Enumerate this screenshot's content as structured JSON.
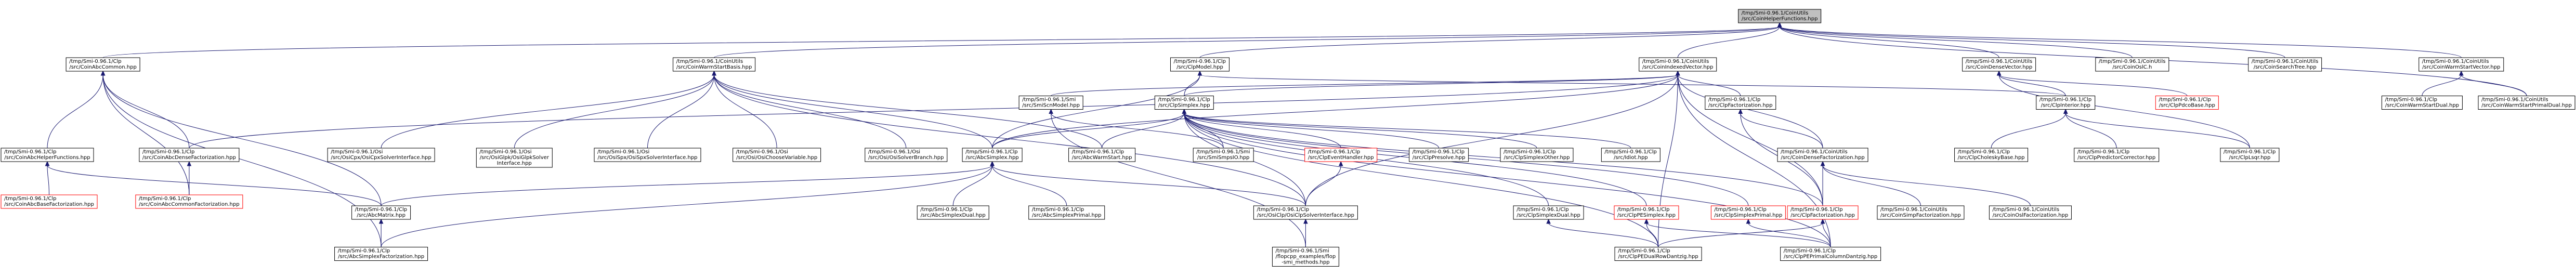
{
  "graph": {
    "root": "n0",
    "colors": {
      "edge": "#191970",
      "root_fill": "#bfbfbf",
      "node_border": "#000000",
      "incomplete_border": "#ff0000"
    },
    "nodes": [
      {
        "id": "n0",
        "lines": [
          "/tmp/Smi-0.96.1/CoinUtils",
          "/src/CoinHelperFunctions.hpp"
        ],
        "style": "root"
      },
      {
        "id": "n1",
        "lines": [
          "/tmp/Smi-0.96.1/Clp",
          "/src/CoinAbcCommon.hpp"
        ],
        "style": "normal"
      },
      {
        "id": "n2",
        "lines": [
          "/tmp/Smi-0.96.1/Clp",
          "/src/ClpModel.hpp"
        ],
        "style": "normal"
      },
      {
        "id": "n3",
        "lines": [
          "/tmp/Smi-0.96.1/CoinUtils",
          "/src/CoinIndexedVector.hpp"
        ],
        "style": "normal"
      },
      {
        "id": "n4",
        "lines": [
          "/tmp/Smi-0.96.1/CoinUtils",
          "/src/CoinDenseVector.hpp"
        ],
        "style": "normal"
      },
      {
        "id": "n5",
        "lines": [
          "/tmp/Smi-0.96.1/CoinUtils",
          "/src/CoinOslC.h"
        ],
        "style": "normal"
      },
      {
        "id": "n6",
        "lines": [
          "/tmp/Smi-0.96.1/CoinUtils",
          "/src/CoinSearchTree.hpp"
        ],
        "style": "normal"
      },
      {
        "id": "n7",
        "lines": [
          "/tmp/Smi-0.96.1/CoinUtils",
          "/src/CoinWarmStartBasis.hpp"
        ],
        "style": "normal"
      },
      {
        "id": "n8",
        "lines": [
          "/tmp/Smi-0.96.1/CoinUtils",
          "/src/CoinWarmStartVector.hpp"
        ],
        "style": "normal"
      },
      {
        "id": "n9",
        "lines": [
          "/tmp/Smi-0.96.1/Clp",
          "/src/ClpSimplex.hpp"
        ],
        "style": "normal"
      },
      {
        "id": "n10",
        "lines": [
          "/tmp/Smi-0.96.1/Smi",
          "/src/SmiScnModel.hpp"
        ],
        "style": "normal"
      },
      {
        "id": "n11",
        "lines": [
          "/tmp/Smi-0.96.1/Clp",
          "/src/CoinAbcHelperFunctions.hpp"
        ],
        "style": "normal"
      },
      {
        "id": "n12",
        "lines": [
          "/tmp/Smi-0.96.1/Clp",
          "/src/CoinAbcDenseFactorization.hpp"
        ],
        "style": "normal"
      },
      {
        "id": "n13",
        "lines": [
          "/tmp/Smi-0.96.1/Osi",
          "/src/OsiCpx/OsiCpxSolverInterface.hpp"
        ],
        "style": "normal"
      },
      {
        "id": "n14",
        "lines": [
          "/tmp/Smi-0.96.1/Osi",
          "/src/OsiGlpk/OsiGlpkSolver",
          "Interface.hpp"
        ],
        "style": "normal"
      },
      {
        "id": "n15",
        "lines": [
          "/tmp/Smi-0.96.1/Osi",
          "/src/OsiSpx/OsiSpxSolverInterface.hpp"
        ],
        "style": "normal"
      },
      {
        "id": "n16",
        "lines": [
          "/tmp/Smi-0.96.1/Osi",
          "/src/Osi/OsiChooseVariable.hpp"
        ],
        "style": "normal"
      },
      {
        "id": "n17",
        "lines": [
          "/tmp/Smi-0.96.1/Osi",
          "/src/Osi/OsiSolverBranch.hpp"
        ],
        "style": "normal"
      },
      {
        "id": "n18",
        "lines": [
          "/tmp/Smi-0.96.1/Clp",
          "/src/AbcSimplex.hpp"
        ],
        "style": "normal"
      },
      {
        "id": "n19",
        "lines": [
          "/tmp/Smi-0.96.1/Clp",
          "/src/AbcWarmStart.hpp"
        ],
        "style": "normal"
      },
      {
        "id": "n20",
        "lines": [
          "/tmp/Smi-0.96.1/Smi",
          "/src/SmiSmpsIO.hpp"
        ],
        "style": "normal"
      },
      {
        "id": "n21",
        "lines": [
          "/tmp/Smi-0.96.1/Clp",
          "/src/ClpEventHandler.hpp"
        ],
        "style": "incomplete"
      },
      {
        "id": "n22",
        "lines": [
          "/tmp/Smi-0.96.1/Clp",
          "/src/ClpPresolve.hpp"
        ],
        "style": "normal"
      },
      {
        "id": "n23",
        "lines": [
          "/tmp/Smi-0.96.1/Clp",
          "/src/ClpSimplexOther.hpp"
        ],
        "style": "normal"
      },
      {
        "id": "n24",
        "lines": [
          "/tmp/Smi-0.96.1/Clp",
          "/src/Idiot.hpp"
        ],
        "style": "normal"
      },
      {
        "id": "n25",
        "lines": [
          "/tmp/Smi-0.96.1/Clp",
          "/src/ClpFactorization.hpp"
        ],
        "style": "normal"
      },
      {
        "id": "n26",
        "lines": [
          "/tmp/Smi-0.96.1/Clp",
          "/src/ClpInterior.hpp"
        ],
        "style": "normal"
      },
      {
        "id": "n27",
        "lines": [
          "/tmp/Smi-0.96.1/Clp",
          "/src/ClpPdcoBase.hpp"
        ],
        "style": "incomplete"
      },
      {
        "id": "n28",
        "lines": [
          "/tmp/Smi-0.96.1/Clp",
          "/src/CoinWarmStartDual.hpp"
        ],
        "style": "normal"
      },
      {
        "id": "n29",
        "lines": [
          "/tmp/Smi-0.96.1/CoinUtils",
          "/src/CoinWarmStartPrimalDual.hpp"
        ],
        "style": "normal"
      },
      {
        "id": "n30",
        "lines": [
          "/tmp/Smi-0.96.1/Clp",
          "/src/CoinAbcBaseFactorization.hpp"
        ],
        "style": "incomplete"
      },
      {
        "id": "n31",
        "lines": [
          "/tmp/Smi-0.96.1/Clp",
          "/src/CoinAbcCommonFactorization.hpp"
        ],
        "style": "incomplete"
      },
      {
        "id": "n32",
        "lines": [
          "/tmp/Smi-0.96.1/Clp",
          "/src/AbcMatrix.hpp"
        ],
        "style": "normal"
      },
      {
        "id": "n33",
        "lines": [
          "/tmp/Smi-0.96.1/Clp",
          "/src/AbcSimplexDual.hpp"
        ],
        "style": "normal"
      },
      {
        "id": "n34",
        "lines": [
          "/tmp/Smi-0.96.1/Clp",
          "/src/AbcSimplexPrimal.hpp"
        ],
        "style": "normal"
      },
      {
        "id": "n35",
        "lines": [
          "/tmp/Smi-0.96.1/Clp",
          "/src/OsiClp/OsiClpSolverInterface.hpp"
        ],
        "style": "normal"
      },
      {
        "id": "n36",
        "lines": [
          "/tmp/Smi-0.96.1/Clp",
          "/src/ClpSimplexDual.hpp"
        ],
        "style": "normal"
      },
      {
        "id": "n37",
        "lines": [
          "/tmp/Smi-0.96.1/Clp",
          "/src/ClpPESimplex.hpp"
        ],
        "style": "incomplete"
      },
      {
        "id": "n38",
        "lines": [
          "/tmp/Smi-0.96.1/Clp",
          "/src/ClpSimplexPrimal.hpp"
        ],
        "style": "incomplete"
      },
      {
        "id": "n39",
        "lines": [
          "/tmp/Smi-0.96.1/CoinUtils",
          "/src/CoinDenseFactorization.hpp"
        ],
        "style": "normal"
      },
      {
        "id": "n40",
        "lines": [
          "/tmp/Smi-0.96.1/Clp",
          "/src/ClpCholeskyBase.hpp"
        ],
        "style": "normal"
      },
      {
        "id": "n41",
        "lines": [
          "/tmp/Smi-0.96.1/Clp",
          "/src/ClpPredictorCorrector.hpp"
        ],
        "style": "normal"
      },
      {
        "id": "n42",
        "lines": [
          "/tmp/Smi-0.96.1/Clp",
          "/src/ClpLsqr.hpp"
        ],
        "style": "normal"
      },
      {
        "id": "n43",
        "lines": [
          "/tmp/Smi-0.96.1/Clp",
          "/src/AbcSimplexFactorization.hpp"
        ],
        "style": "normal"
      },
      {
        "id": "n44",
        "lines": [
          "/tmp/Smi-0.96.1/Smi",
          "/flopcpp_examples/flop",
          "-smi_methods.hpp"
        ],
        "style": "normal"
      },
      {
        "id": "n45",
        "lines": [
          "/tmp/Smi-0.96.1/Clp",
          "/src/ClpPEDualRowDantzig.hpp"
        ],
        "style": "normal"
      },
      {
        "id": "n46",
        "lines": [
          "/tmp/Smi-0.96.1/Clp",
          "/src/ClpPEPrimalColumnDantzig.hpp"
        ],
        "style": "normal"
      },
      {
        "id": "n47",
        "lines": [
          "/tmp/Smi-0.96.1/Clp",
          "/src/ClpFactorization.hpp"
        ],
        "style": "incomplete"
      },
      {
        "id": "n48",
        "lines": [
          "/tmp/Smi-0.96.1/CoinUtils",
          "/src/CoinSimpFactorization.hpp"
        ],
        "style": "normal"
      },
      {
        "id": "n49",
        "lines": [
          "/tmp/Smi-0.96.1/CoinUtils",
          "/src/CoinOslFactorization.hpp"
        ],
        "style": "normal"
      }
    ],
    "edges": [
      [
        "n0",
        "n1"
      ],
      [
        "n0",
        "n2"
      ],
      [
        "n0",
        "n3"
      ],
      [
        "n0",
        "n4"
      ],
      [
        "n0",
        "n5"
      ],
      [
        "n0",
        "n6"
      ],
      [
        "n0",
        "n7"
      ],
      [
        "n0",
        "n8"
      ],
      [
        "n0",
        "n29"
      ],
      [
        "n1",
        "n11"
      ],
      [
        "n1",
        "n12"
      ],
      [
        "n1",
        "n31"
      ],
      [
        "n1",
        "n32"
      ],
      [
        "n1",
        "n43"
      ],
      [
        "n2",
        "n9"
      ],
      [
        "n2",
        "n26"
      ],
      [
        "n2",
        "n18"
      ],
      [
        "n3",
        "n9"
      ],
      [
        "n3",
        "n25"
      ],
      [
        "n3",
        "n10"
      ],
      [
        "n3",
        "n12"
      ],
      [
        "n3",
        "n39"
      ],
      [
        "n3",
        "n46"
      ],
      [
        "n3",
        "n45"
      ],
      [
        "n3",
        "n18"
      ],
      [
        "n3",
        "n47"
      ],
      [
        "n3",
        "n35"
      ],
      [
        "n4",
        "n26"
      ],
      [
        "n4",
        "n27"
      ],
      [
        "n4",
        "n42"
      ],
      [
        "n7",
        "n13"
      ],
      [
        "n7",
        "n14"
      ],
      [
        "n7",
        "n15"
      ],
      [
        "n7",
        "n16"
      ],
      [
        "n7",
        "n17"
      ],
      [
        "n7",
        "n18"
      ],
      [
        "n7",
        "n19"
      ],
      [
        "n7",
        "n35"
      ],
      [
        "n8",
        "n28"
      ],
      [
        "n8",
        "n29"
      ],
      [
        "n9",
        "n18"
      ],
      [
        "n9",
        "n19"
      ],
      [
        "n9",
        "n20"
      ],
      [
        "n9",
        "n21"
      ],
      [
        "n9",
        "n22"
      ],
      [
        "n9",
        "n23"
      ],
      [
        "n9",
        "n24"
      ],
      [
        "n9",
        "n36"
      ],
      [
        "n9",
        "n37"
      ],
      [
        "n9",
        "n38"
      ],
      [
        "n9",
        "n45"
      ],
      [
        "n9",
        "n46"
      ],
      [
        "n9",
        "n35"
      ],
      [
        "n9",
        "n47"
      ],
      [
        "n10",
        "n20"
      ],
      [
        "n10",
        "n44"
      ],
      [
        "n11",
        "n30"
      ],
      [
        "n11",
        "n32"
      ],
      [
        "n12",
        "n31"
      ],
      [
        "n18",
        "n32"
      ],
      [
        "n18",
        "n33"
      ],
      [
        "n18",
        "n34"
      ],
      [
        "n18",
        "n43"
      ],
      [
        "n18",
        "n35"
      ],
      [
        "n21",
        "n35"
      ],
      [
        "n25",
        "n39"
      ],
      [
        "n25",
        "n47"
      ],
      [
        "n26",
        "n40"
      ],
      [
        "n26",
        "n41"
      ],
      [
        "n26",
        "n42"
      ],
      [
        "n35",
        "n44"
      ],
      [
        "n36",
        "n45"
      ],
      [
        "n37",
        "n45"
      ],
      [
        "n37",
        "n46"
      ],
      [
        "n38",
        "n46"
      ],
      [
        "n39",
        "n47"
      ],
      [
        "n39",
        "n48"
      ],
      [
        "n39",
        "n49"
      ],
      [
        "n47",
        "n45"
      ],
      [
        "n47",
        "n46"
      ],
      [
        "n32",
        "n43"
      ]
    ]
  }
}
